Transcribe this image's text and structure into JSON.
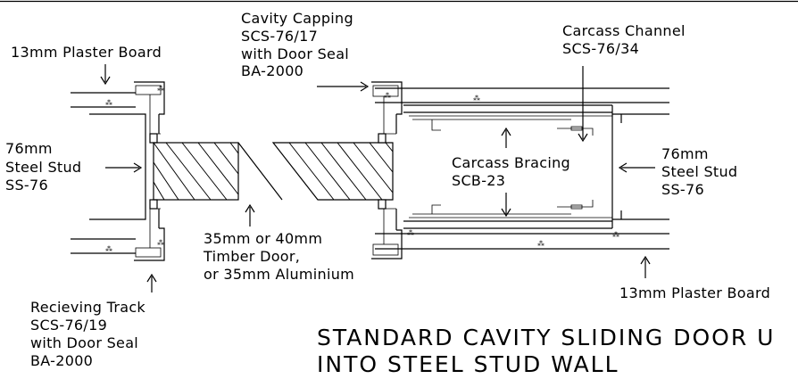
{
  "labels": {
    "plaster_top_left": "13mm Plaster Board",
    "cavity_capping": [
      "Cavity Capping",
      "SCS-76/17",
      "with Door Seal",
      "BA-2000"
    ],
    "carcass_channel": [
      "Carcass Channel",
      "SCS-76/34"
    ],
    "stud_left": [
      "76mm",
      "Steel Stud",
      "SS-76"
    ],
    "carcass_bracing": [
      "Carcass Bracing",
      "SCB-23"
    ],
    "stud_right": [
      "76mm",
      "Steel Stud",
      "SS-76"
    ],
    "door": [
      "35mm or 40mm",
      "Timber Door,",
      "or 35mm Aluminium"
    ],
    "plaster_bottom_right": "13mm Plaster Board",
    "receiving_track": [
      "Recieving Track",
      "SCS-76/19",
      "with Door Seal",
      "BA-2000"
    ]
  },
  "title": [
    "STANDARD CAVITY SLIDING DOOR U",
    "INTO STEEL STUD WALL"
  ]
}
